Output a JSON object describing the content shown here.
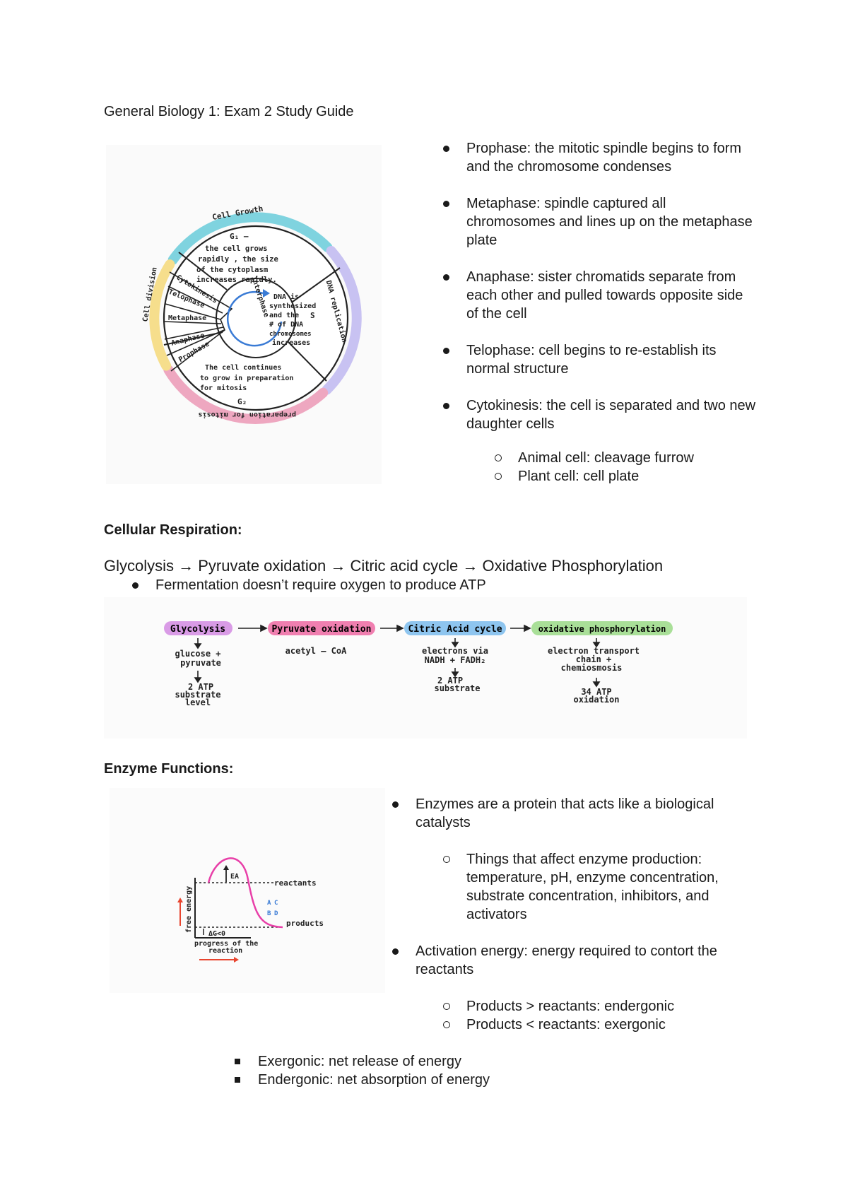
{
  "title": "General Biology 1: Exam 2 Study Guide",
  "cell_cycle": {
    "labels": {
      "cell_growth": "Cell Growth",
      "g1_title": "G₁ –",
      "g1_lines": [
        "the cell grows",
        "rapidly , the size",
        "of the cytoplasm",
        "increases rapidly."
      ],
      "s_lines": [
        "DNA is",
        "synthesized",
        "and the",
        "# of DNA",
        "chromosomes",
        "increases"
      ],
      "s_letter": "S",
      "interphase": "Interphase",
      "dna_replication": "DNA replication",
      "g2_lines": [
        "The cell continues",
        "to grow in preparation",
        "for mitosis"
      ],
      "g2_title": "G₂",
      "prep_mitosis": "preparation for mitosis",
      "cell_division": "Cell division",
      "cytokinesis": "Cytokinesis",
      "telophase": "Telophase",
      "metaphase": "Metaphase",
      "anaphase": "Anaphase",
      "prophase": "Prophase"
    },
    "colors": {
      "growth": "#7fd3df",
      "replication": "#c8c2f2",
      "prep": "#eea7c0",
      "division": "#f6de8c",
      "arrow": "#3a7bd5"
    }
  },
  "mitosis_bullets": [
    "Prophase: the mitotic spindle begins to form and the chromosome condenses",
    "Metaphase: spindle captured all chromosomes and lines up on the metaphase plate",
    "Anaphase: sister chromatids separate from each other and pulled towards opposite side of the cell",
    "Telophase: cell begins to re-establish its normal structure",
    "Cytokinesis: the cell is separated and two new daughter cells"
  ],
  "cytokinesis_sub": [
    "Animal cell: cleavage furrow",
    "Plant cell: cell plate"
  ],
  "respiration": {
    "heading": "Cellular Respiration:",
    "flow": "Glycolysis → Pyruvate oxidation → Citric acid cycle → Oxidative Phosphorylation",
    "bullet": "Fermentation doesn’t require oxygen to produce ATP",
    "diagram": {
      "glycolysis": "Glycolysis",
      "glycolysis_lines": [
        "glucose +",
        "pyruvate"
      ],
      "glycolysis_atp": [
        "2 ATP",
        "substrate",
        "level"
      ],
      "pyruvate": "Pyruvate oxidation",
      "pyruvate_lines": [
        "acetyl – CoA"
      ],
      "citric": "Citric Acid cycle",
      "citric_lines": [
        "electrons via",
        "NADH + FADH₂"
      ],
      "citric_atp": [
        "2 ATP",
        "substrate"
      ],
      "oxidative": "oxidative phosphorylation",
      "oxidative_lines": [
        "electron transport",
        "chain +",
        "chemiosmosis"
      ],
      "oxidative_atp": [
        "34 ATP",
        "oxidation"
      ],
      "colors": {
        "glycolysis": "#d99be6",
        "pyruvate": "#f07fb0",
        "citric": "#8ec5ef",
        "oxidative": "#a9df98"
      }
    }
  },
  "enzymes": {
    "heading": "Enzyme Functions:",
    "bullets": [
      "Enzymes are a protein that acts like a biological catalysts",
      "Activation energy: energy required to contort the reactants"
    ],
    "sub1": [
      "Things that affect enzyme production: temperature, pH, enzyme concentration, substrate concentration, inhibitors, and activators"
    ],
    "sub2": [
      "Products > reactants: endergonic",
      "Products < reactants: exergonic"
    ],
    "sub3": [
      "Exergonic: net release of energy",
      "Endergonic: net absorption of energy"
    ],
    "graph": {
      "ea": "EA",
      "reactants": "reactants",
      "products": "products",
      "y_axis": "free energy",
      "x_axis": [
        "progress of the",
        "reaction"
      ],
      "dg": "ΔG<0",
      "abcd": [
        "A",
        "C",
        "B",
        "D"
      ],
      "curve_color": "#e83fa8"
    }
  }
}
